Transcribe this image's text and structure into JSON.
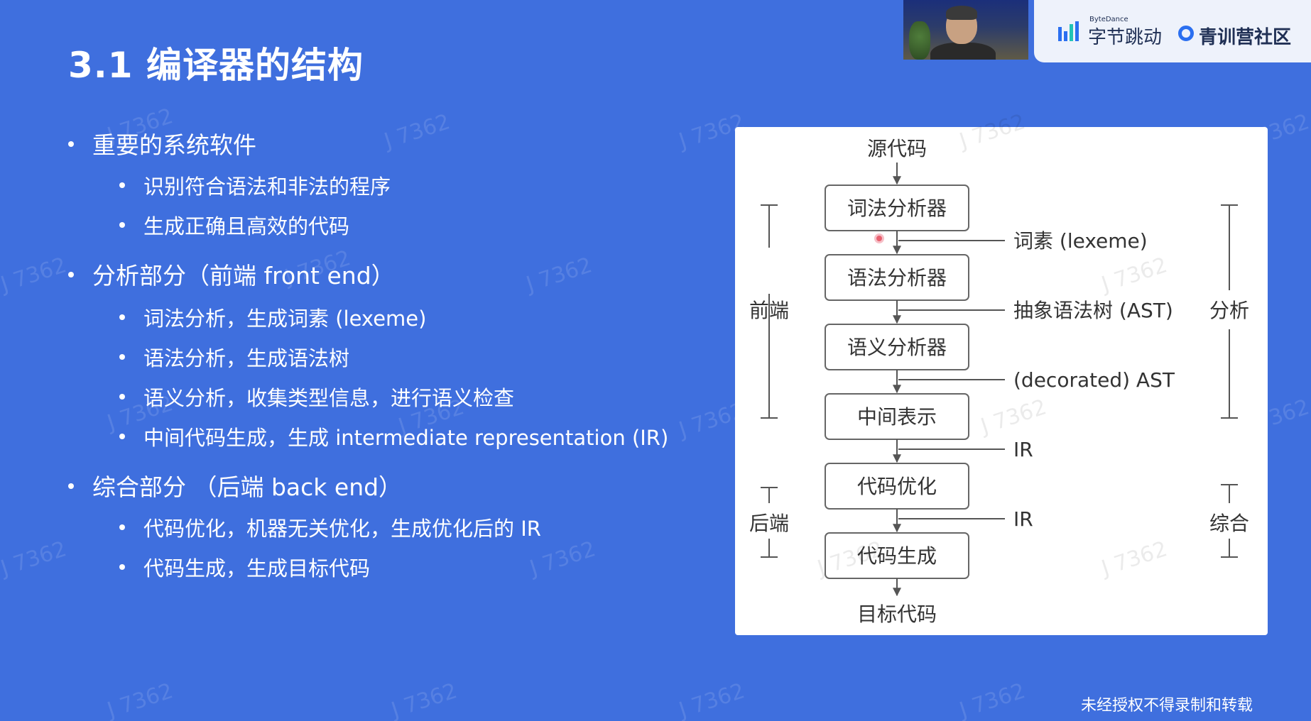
{
  "slide": {
    "title": "3.1 编译器的结构",
    "outline": [
      {
        "text": "重要的系统软件",
        "level": 1
      },
      {
        "text": "识别符合语法和非法的程序",
        "level": 2
      },
      {
        "text": "生成正确且高效的代码",
        "level": 2
      },
      {
        "text": "分析部分（前端 front end）",
        "level": 1
      },
      {
        "text": "词法分析，生成词素 (lexeme)",
        "level": 2
      },
      {
        "text": "语法分析，生成语法树",
        "level": 2
      },
      {
        "text": "语义分析，收集类型信息，进行语义检查",
        "level": 2
      },
      {
        "text": "中间代码生成，生成 intermediate representation (IR)",
        "level": 2
      },
      {
        "text": "综合部分 （后端 back end）",
        "level": 1
      },
      {
        "text": "代码优化，机器无关优化，生成优化后的 IR",
        "level": 2
      },
      {
        "text": "代码生成，生成目标代码",
        "level": 2
      }
    ]
  },
  "diagram": {
    "source_label": "源代码",
    "target_label": "目标代码",
    "stages": [
      "词法分析器",
      "语法分析器",
      "语义分析器",
      "中间表示",
      "代码优化",
      "代码生成"
    ],
    "outputs": [
      "词素 (lexeme)",
      "抽象语法树 (AST)",
      "(decorated) AST",
      "IR",
      "IR"
    ],
    "left_brackets": [
      "前端",
      "后端"
    ],
    "right_brackets": [
      "分析",
      "综合"
    ]
  },
  "branding": {
    "bytedance_small": "ByteDance",
    "bytedance_name": "字节跳动",
    "community_name": "青训营社区"
  },
  "watermark_text": "J 7362",
  "footer_note": "未经授权不得录制和转载",
  "colors": {
    "slide_background": "#3f6fde",
    "diagram_background": "#ffffff",
    "text_on_slide": "#ffffff",
    "diagram_line": "#555555",
    "brand_accent": "#2b6ff0"
  }
}
